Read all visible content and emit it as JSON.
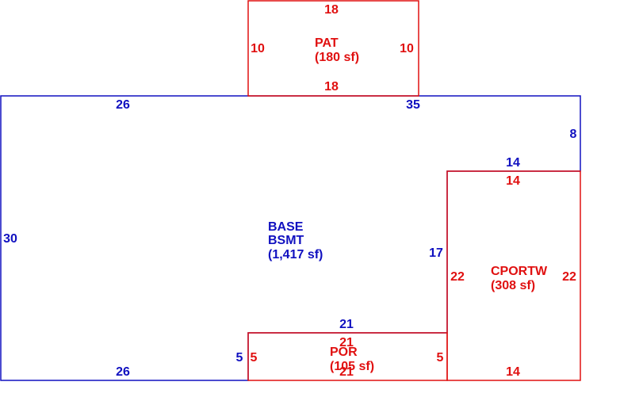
{
  "colors": {
    "base": "#1010c0",
    "addition": "#e01010",
    "background": "#ffffff"
  },
  "areas": {
    "pat": {
      "code": "PAT",
      "area": "(180 sf)"
    },
    "base": {
      "code_line1": "BASE",
      "code_line2": "BSMT",
      "area": "(1,417 sf)"
    },
    "cportw": {
      "code": "CPORTW",
      "area": "(308 sf)"
    },
    "por": {
      "code": "POR",
      "area": "(105 sf)"
    }
  },
  "dimensions": {
    "pat": {
      "top": "18",
      "left": "10",
      "right": "10",
      "bottom": "18"
    },
    "base": {
      "top_left": "26",
      "top_right": "35",
      "right_upper": "8",
      "inner_top": "14",
      "inner_side": "17",
      "left": "30",
      "bottom_left": "26",
      "por_top": "21",
      "por_side": "5"
    },
    "cportw": {
      "top": "14",
      "left": "22",
      "right": "22",
      "bottom": "14"
    },
    "por": {
      "top": "21",
      "left": "5",
      "right": "5",
      "bottom": "21"
    }
  }
}
